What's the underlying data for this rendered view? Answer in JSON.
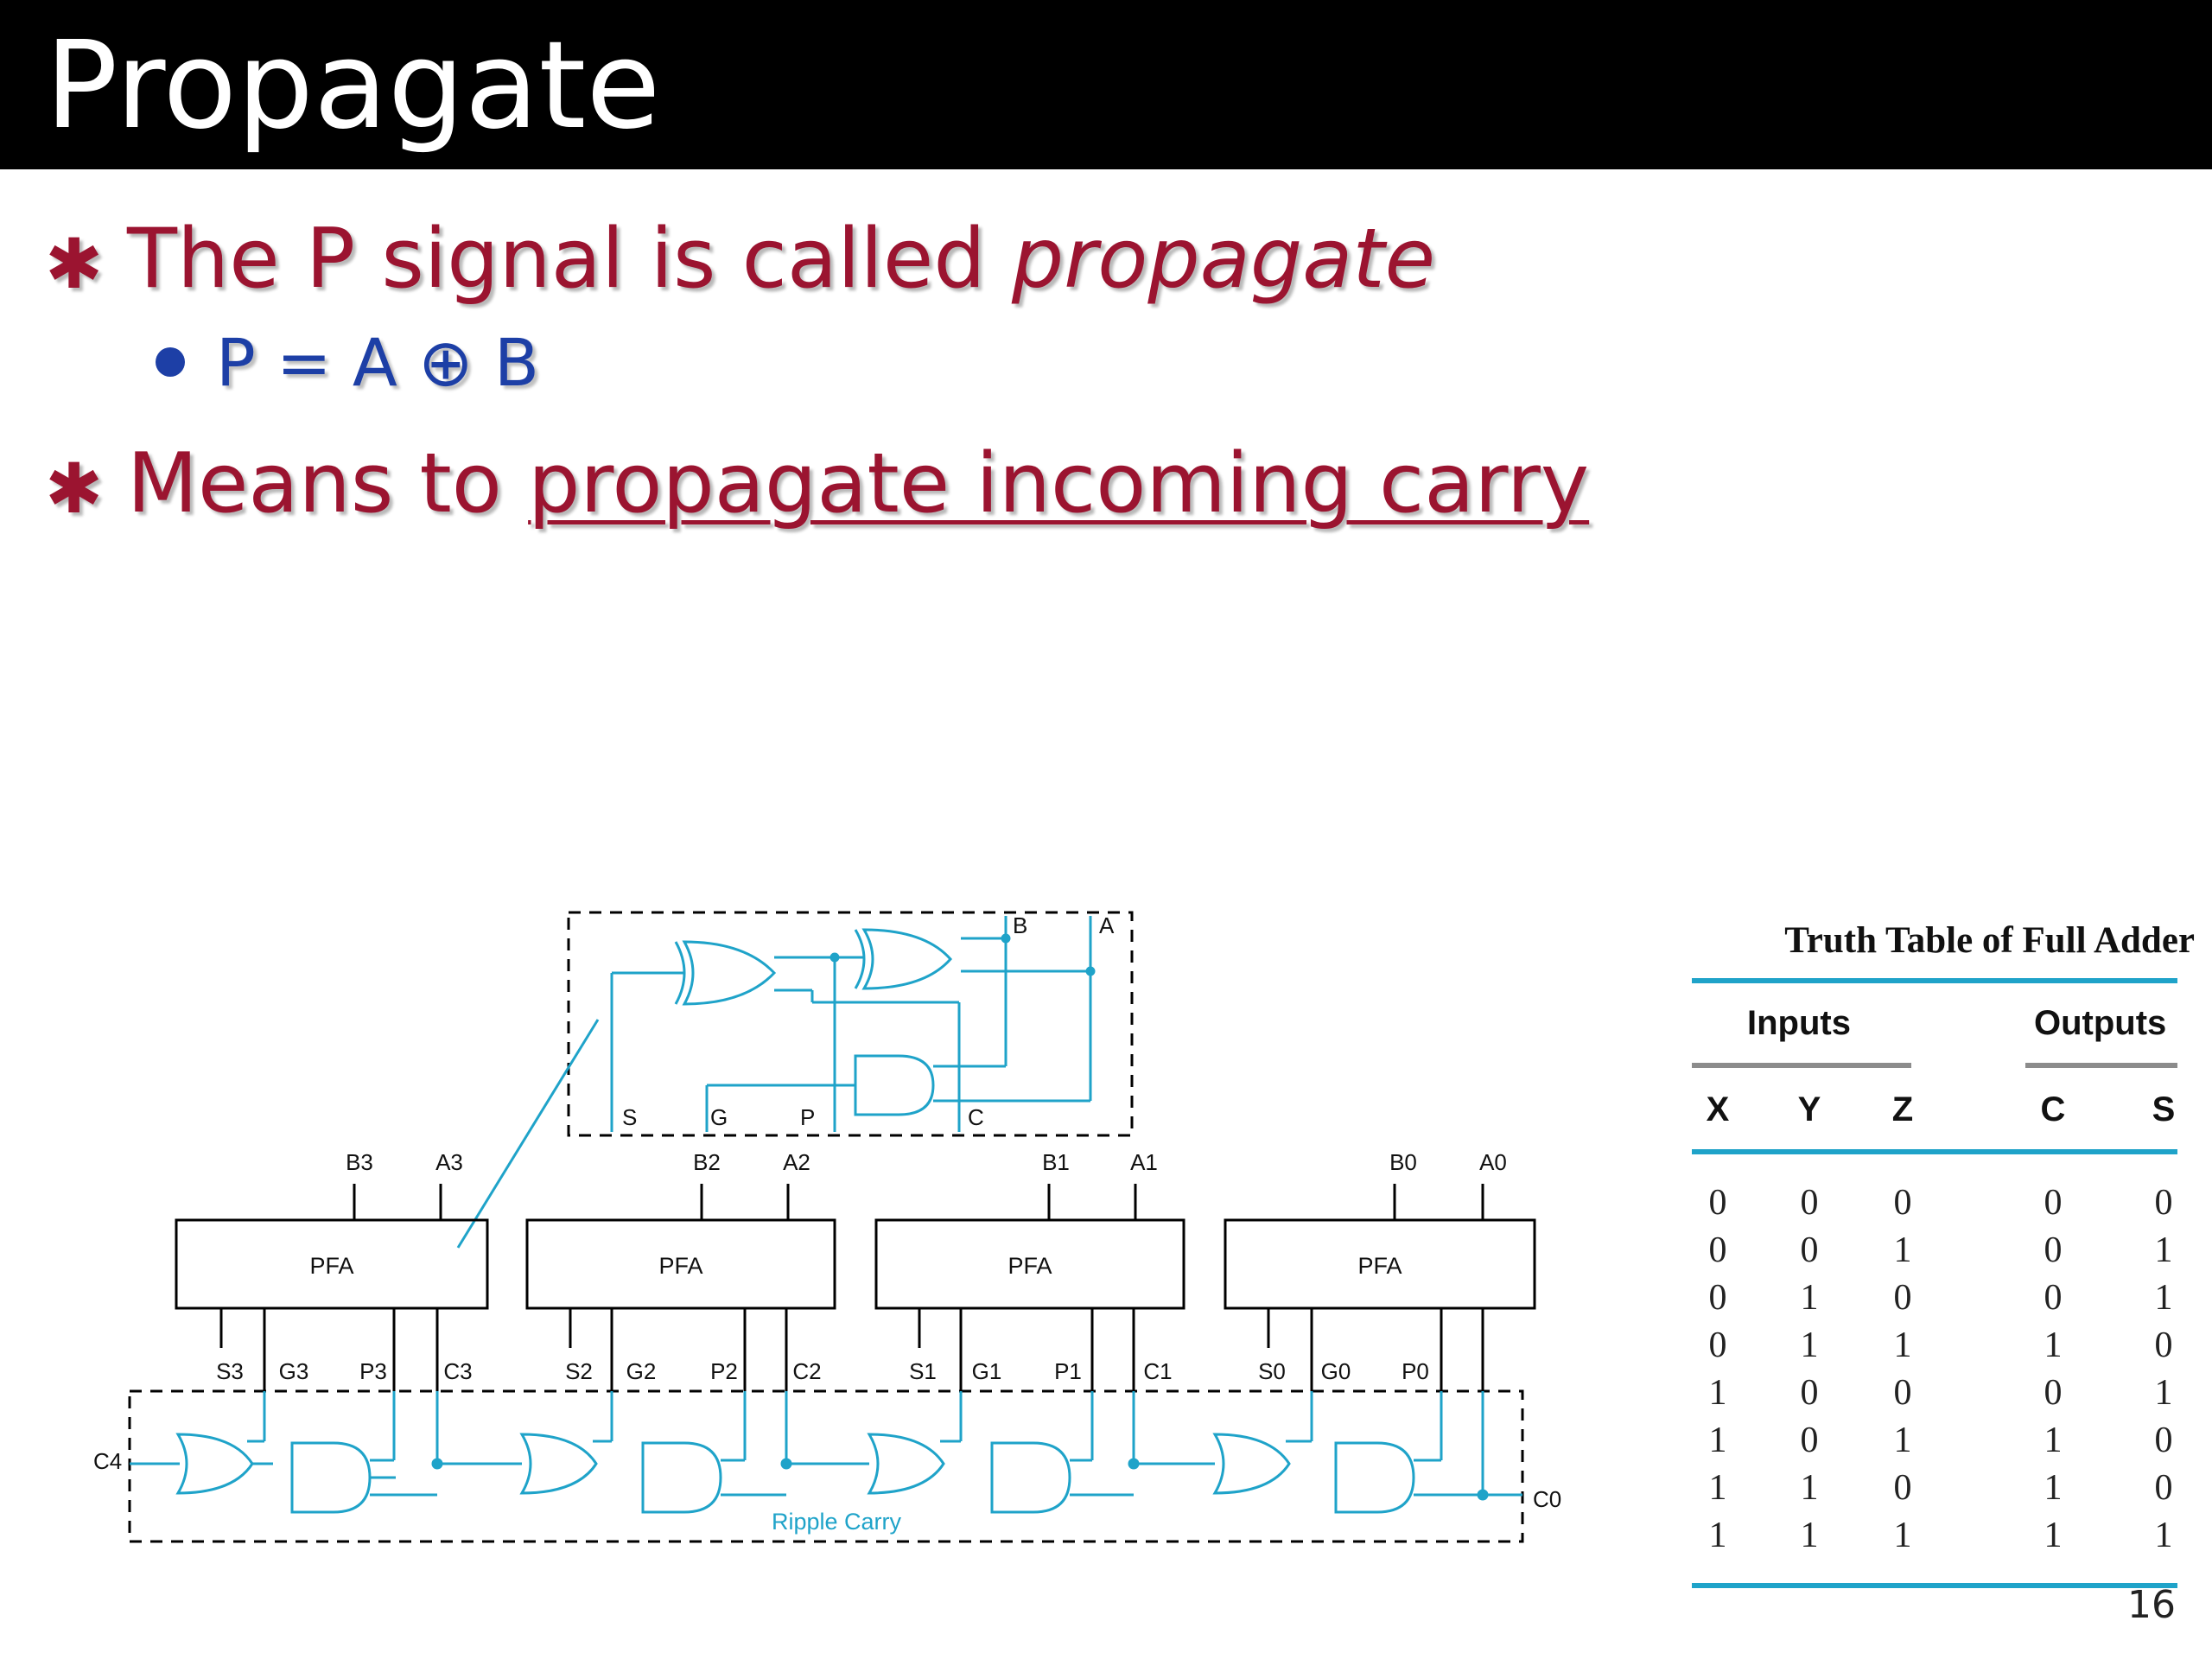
{
  "slide": {
    "title": "Propagate",
    "page_number": "16",
    "bullets": [
      {
        "prefix": "The P signal is called ",
        "emph": "propagate"
      },
      {
        "prefix": "Means to ",
        "underlined": "propagate incoming carry"
      }
    ],
    "sub_bullet": "P = A ⊕ B",
    "bullet_icon": "asterisk-bullet-icon",
    "colors": {
      "title_bg": "#000000",
      "bullet_text": "#9b1430",
      "sub_text": "#1d3fa6",
      "circuit": "#1fa3c9"
    }
  },
  "circuit": {
    "detail_labels": [
      "B",
      "A",
      "S",
      "G",
      "P",
      "C"
    ],
    "blocks": [
      {
        "label": "PFA",
        "b": "B3",
        "a": "A3",
        "s": "S3",
        "g": "G3",
        "p": "P3",
        "c": "C3"
      },
      {
        "label": "PFA",
        "b": "B2",
        "a": "A2",
        "s": "S2",
        "g": "G2",
        "p": "P2",
        "c": "C2"
      },
      {
        "label": "PFA",
        "b": "B1",
        "a": "A1",
        "s": "S1",
        "g": "G1",
        "p": "P1",
        "c": "C1"
      },
      {
        "label": "PFA",
        "b": "B0",
        "a": "A0",
        "s": "S0",
        "g": "G0",
        "p": "P0",
        "c": "C0"
      }
    ],
    "carry_in": "C0",
    "carry_out": "C4",
    "ripple_label": "Ripple Carry"
  },
  "truth_table": {
    "title": "Truth Table of Full Adder",
    "group_inputs": "Inputs",
    "group_outputs": "Outputs",
    "columns": [
      "X",
      "Y",
      "Z",
      "C",
      "S"
    ],
    "rows": [
      [
        "0",
        "0",
        "0",
        "0",
        "0"
      ],
      [
        "0",
        "0",
        "1",
        "0",
        "1"
      ],
      [
        "0",
        "1",
        "0",
        "0",
        "1"
      ],
      [
        "0",
        "1",
        "1",
        "1",
        "0"
      ],
      [
        "1",
        "0",
        "0",
        "0",
        "1"
      ],
      [
        "1",
        "0",
        "1",
        "1",
        "0"
      ],
      [
        "1",
        "1",
        "0",
        "1",
        "0"
      ],
      [
        "1",
        "1",
        "1",
        "1",
        "1"
      ]
    ]
  }
}
